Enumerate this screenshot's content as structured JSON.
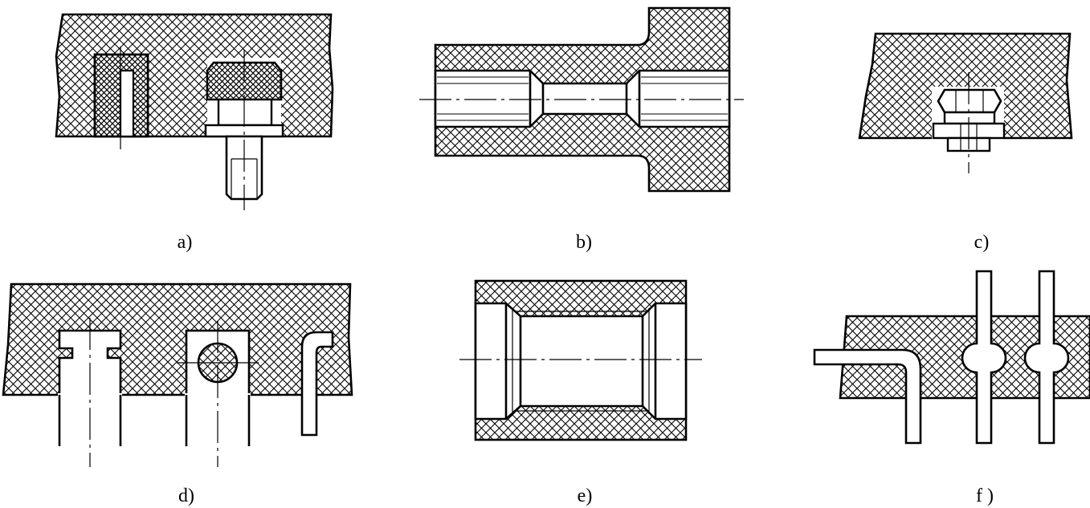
{
  "figure": {
    "panels": [
      {
        "id": "a",
        "caption": "a)"
      },
      {
        "id": "b",
        "caption": "b)"
      },
      {
        "id": "c",
        "caption": "c)"
      },
      {
        "id": "d",
        "caption": "d)"
      },
      {
        "id": "e",
        "caption": "e)"
      },
      {
        "id": "f",
        "caption": "f )"
      }
    ]
  }
}
